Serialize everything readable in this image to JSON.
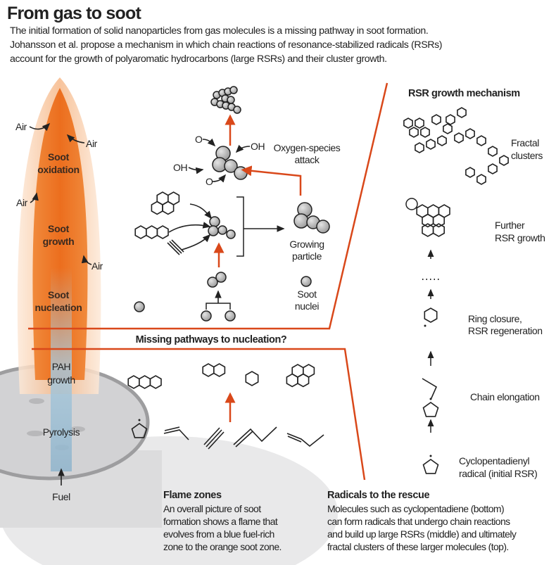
{
  "header": {
    "title": "From gas to soot",
    "subtitle_lines": [
      "The initial formation of solid nanoparticles from gas molecules is a missing pathway in soot formation.",
      "Johansson et al. propose a mechanism in which chain reactions of resonance-stabilized radicals (RSRs)",
      "account for the growth of polyaromatic hydrocarbons (large RSRs) and their cluster growth."
    ]
  },
  "flame": {
    "air_label": "Air",
    "zones": {
      "oxidation": [
        "Soot",
        "oxidation"
      ],
      "growth": [
        "Soot",
        "growth"
      ],
      "nucleation": [
        "Soot",
        "nucleation"
      ],
      "pah": [
        "PAH",
        "growth"
      ],
      "pyrolysis": "Pyrolysis",
      "fuel": "Fuel"
    }
  },
  "particle_panel": {
    "o_label": "O",
    "oh_label": "OH",
    "oxygen_attack": [
      "Oxygen-species",
      "attack"
    ],
    "growing_particle": [
      "Growing",
      "particle"
    ],
    "soot_nuclei": [
      "Soot",
      "nuclei"
    ]
  },
  "missing_panel": {
    "title": "Missing pathways to nucleation?"
  },
  "rsr_panel": {
    "title": "RSR growth mechanism",
    "fractal": [
      "Fractal",
      "clusters"
    ],
    "further": [
      "Further",
      "RSR growth"
    ],
    "ring_closure": [
      "Ring closure,",
      "RSR regeneration"
    ],
    "chain": "Chain elongation",
    "cyclo": [
      "Cyclopentadienyl",
      "radical (initial RSR)"
    ]
  },
  "captions": {
    "flame_zones": {
      "title": "Flame zones",
      "lines": [
        "An overall picture of soot",
        "formation shows a flame that",
        "evolves from a blue fuel-rich",
        "zone to the orange soot zone."
      ]
    },
    "radicals": {
      "title": "Radicals to the rescue",
      "lines": [
        "Molecules such as cyclopentadiene (bottom)",
        "can form radicals that undergo chain reactions",
        "and build up large RSRs (middle) and ultimately",
        "fractal clusters of these larger molecules (top)."
      ]
    }
  },
  "colors": {
    "accent": "#d9481a",
    "flame": "#ef7a2a",
    "flame_light": "#f7c9a2",
    "fuel_blue": "#a9c9dc"
  }
}
